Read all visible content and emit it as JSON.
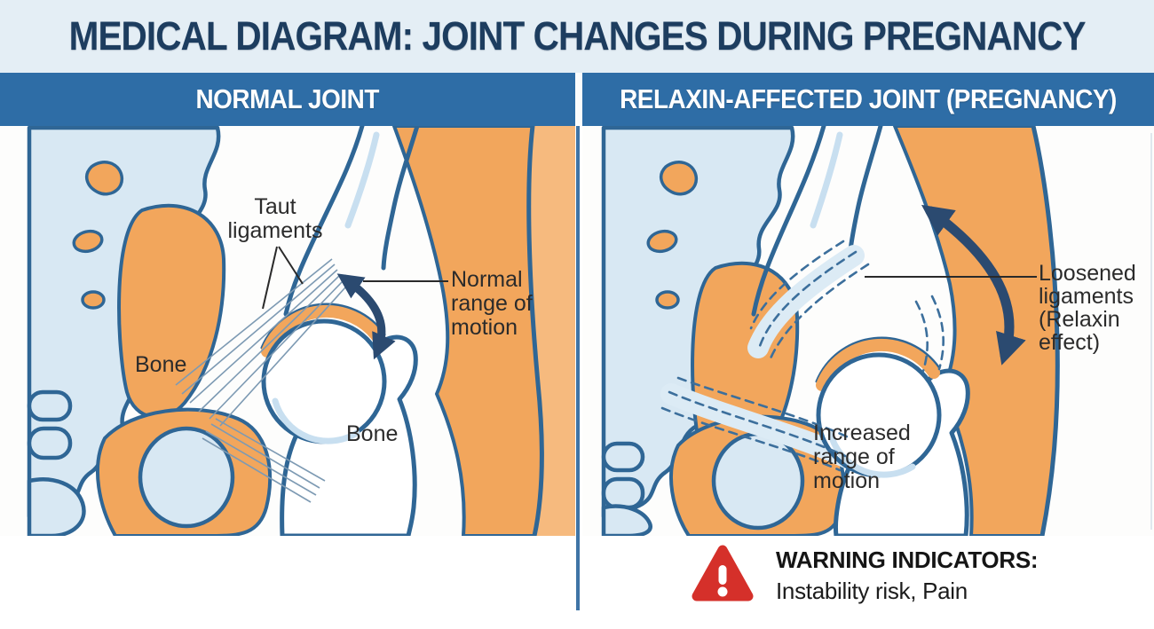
{
  "title": "MEDICAL DIAGRAM: JOINT CHANGES DURING PREGNANCY",
  "panels": {
    "left": {
      "header": "NORMAL JOINT",
      "labels": {
        "ligaments": [
          "Taut",
          "ligaments"
        ],
        "range_of_motion": [
          "Normal",
          "range of",
          "motion"
        ],
        "bone_upper": "Bone",
        "bone_lower": "Bone"
      }
    },
    "right": {
      "header": "RELAXIN-AFFECTED JOINT (PREGNANCY)",
      "labels": {
        "ligaments": [
          "Loosened",
          "ligaments",
          "(Relaxin",
          "effect)"
        ],
        "range_of_motion": [
          "Increased",
          "range of",
          "motion"
        ]
      }
    }
  },
  "warning": {
    "icon": "warning-triangle-icon",
    "title": "WARNING INDICATORS:",
    "text": "Instability risk, Pain"
  },
  "colors": {
    "page_background": "#ffffff",
    "title_strip": "#e4eef5",
    "title_text": "#1d3d5f",
    "header_bar": "#2e6da6",
    "header_text": "#ffffff",
    "panel_divider": "#3f74a6",
    "bone_orange": "#f2a65c",
    "bone_orange_light": "#f6ba7e",
    "outline_blue": "#2f6695",
    "cartilage_light_blue": "#d8e8f3",
    "ligament_line": "#7d9ab3",
    "dashed_ligament": "#3c6f9c",
    "arrow_navy": "#2b4a70",
    "leader_line": "#2a2a2a",
    "label_text": "#2b2b2b",
    "warning_red": "#d5302a"
  }
}
